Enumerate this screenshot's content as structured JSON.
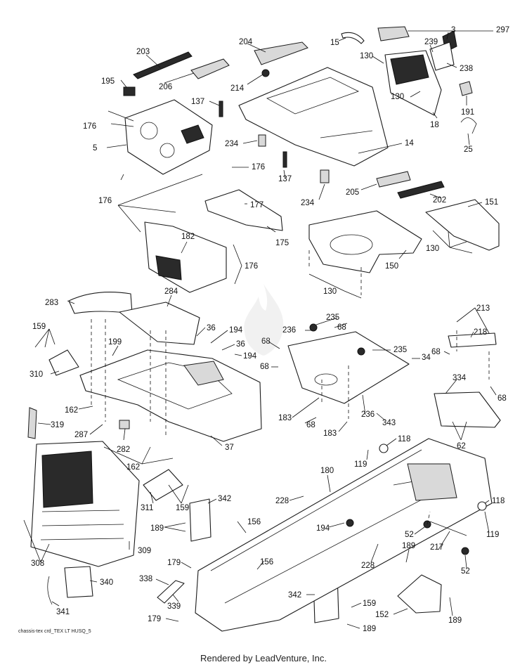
{
  "diagram": {
    "callouts": [
      {
        "id": "c203",
        "text": "203"
      },
      {
        "id": "c204",
        "text": "204"
      },
      {
        "id": "c15",
        "text": "15"
      },
      {
        "id": "c297",
        "text": "297"
      },
      {
        "id": "c3",
        "text": "3"
      },
      {
        "id": "c130a",
        "text": "130"
      },
      {
        "id": "c239",
        "text": "239"
      },
      {
        "id": "c238",
        "text": "238"
      },
      {
        "id": "c195",
        "text": "195"
      },
      {
        "id": "c206",
        "text": "206"
      },
      {
        "id": "c214",
        "text": "214"
      },
      {
        "id": "c130b",
        "text": "130"
      },
      {
        "id": "c191",
        "text": "191"
      },
      {
        "id": "c176a",
        "text": "176"
      },
      {
        "id": "c137a",
        "text": "137"
      },
      {
        "id": "c18",
        "text": "18"
      },
      {
        "id": "c25",
        "text": "25"
      },
      {
        "id": "c5",
        "text": "5"
      },
      {
        "id": "c234a",
        "text": "234"
      },
      {
        "id": "c14",
        "text": "14"
      },
      {
        "id": "c176b",
        "text": "176"
      },
      {
        "id": "c137b",
        "text": "137"
      },
      {
        "id": "c234b",
        "text": "234"
      },
      {
        "id": "c205",
        "text": "205"
      },
      {
        "id": "c202",
        "text": "202"
      },
      {
        "id": "c176c",
        "text": "176"
      },
      {
        "id": "c177",
        "text": "177"
      },
      {
        "id": "c151",
        "text": "151"
      },
      {
        "id": "c182",
        "text": "182"
      },
      {
        "id": "c175",
        "text": "175"
      },
      {
        "id": "c130c",
        "text": "130"
      },
      {
        "id": "c176d",
        "text": "176"
      },
      {
        "id": "c150",
        "text": "150"
      },
      {
        "id": "c130d",
        "text": "130"
      },
      {
        "id": "c283",
        "text": "283"
      },
      {
        "id": "c284",
        "text": "284"
      },
      {
        "id": "c213",
        "text": "213"
      },
      {
        "id": "c235a",
        "text": "235"
      },
      {
        "id": "c159a",
        "text": "159"
      },
      {
        "id": "c36a",
        "text": "36"
      },
      {
        "id": "c194a",
        "text": "194"
      },
      {
        "id": "c236a",
        "text": "236"
      },
      {
        "id": "c68a",
        "text": "68"
      },
      {
        "id": "c218",
        "text": "218"
      },
      {
        "id": "c199",
        "text": "199"
      },
      {
        "id": "c36b",
        "text": "36"
      },
      {
        "id": "c68b",
        "text": "68"
      },
      {
        "id": "c235b",
        "text": "235"
      },
      {
        "id": "c194b",
        "text": "194"
      },
      {
        "id": "c34",
        "text": "34"
      },
      {
        "id": "c68c",
        "text": "68"
      },
      {
        "id": "c310",
        "text": "310"
      },
      {
        "id": "c334",
        "text": "334"
      },
      {
        "id": "c68d",
        "text": "68"
      },
      {
        "id": "c162a",
        "text": "162"
      },
      {
        "id": "c68e",
        "text": "68"
      },
      {
        "id": "c319",
        "text": "319"
      },
      {
        "id": "c183a",
        "text": "183"
      },
      {
        "id": "c236b",
        "text": "236"
      },
      {
        "id": "c287",
        "text": "287"
      },
      {
        "id": "c68f",
        "text": "68"
      },
      {
        "id": "c343",
        "text": "343"
      },
      {
        "id": "c282",
        "text": "282"
      },
      {
        "id": "c183b",
        "text": "183"
      },
      {
        "id": "c62",
        "text": "62"
      },
      {
        "id": "c37",
        "text": "37"
      },
      {
        "id": "c118a",
        "text": "118"
      },
      {
        "id": "c162b",
        "text": "162"
      },
      {
        "id": "c119a",
        "text": "119"
      },
      {
        "id": "c180",
        "text": "180"
      },
      {
        "id": "c311",
        "text": "311"
      },
      {
        "id": "c159b",
        "text": "159"
      },
      {
        "id": "c342a",
        "text": "342"
      },
      {
        "id": "c228a",
        "text": "228"
      },
      {
        "id": "c118b",
        "text": "118"
      },
      {
        "id": "c156a",
        "text": "156"
      },
      {
        "id": "c189a",
        "text": "189"
      },
      {
        "id": "c194c",
        "text": "194"
      },
      {
        "id": "c52a",
        "text": "52"
      },
      {
        "id": "c119b",
        "text": "119"
      },
      {
        "id": "c309",
        "text": "309"
      },
      {
        "id": "c217",
        "text": "217"
      },
      {
        "id": "c308",
        "text": "308"
      },
      {
        "id": "c179a",
        "text": "179"
      },
      {
        "id": "c156b",
        "text": "156"
      },
      {
        "id": "c228b",
        "text": "228"
      },
      {
        "id": "c189b",
        "text": "189"
      },
      {
        "id": "c52b",
        "text": "52"
      },
      {
        "id": "c338",
        "text": "338"
      },
      {
        "id": "c340",
        "text": "340"
      },
      {
        "id": "c342b",
        "text": "342"
      },
      {
        "id": "c339",
        "text": "339"
      },
      {
        "id": "c159c",
        "text": "159"
      },
      {
        "id": "c341",
        "text": "341"
      },
      {
        "id": "c179b",
        "text": "179"
      },
      {
        "id": "c152",
        "text": "152"
      },
      {
        "id": "c189c",
        "text": "189"
      },
      {
        "id": "c189d",
        "text": "189"
      }
    ],
    "reference_code": "chassis-tex crd_TEX LT HUSQ_5",
    "credit": "Rendered by LeadVenture, Inc."
  },
  "colors": {
    "ink": "#1a1a1a",
    "background": "#ffffff",
    "watermark": "#9a9a9a"
  }
}
